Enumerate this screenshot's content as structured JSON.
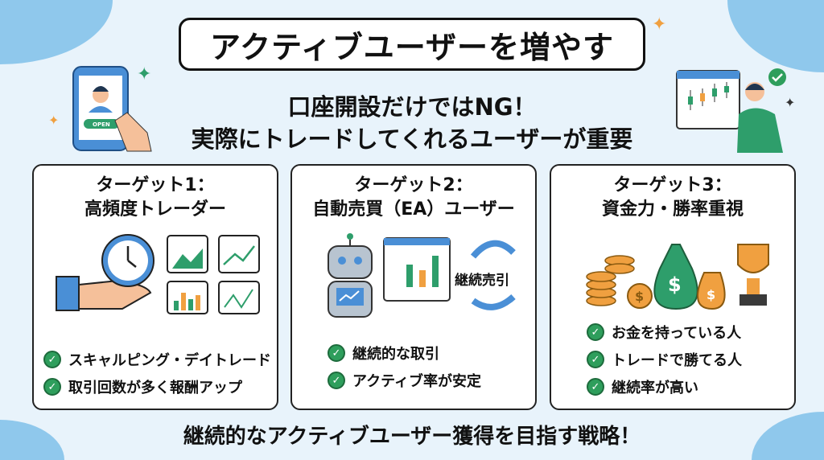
{
  "title": "アクティブユーザーを増やす",
  "subtitle": [
    "口座開設だけではNG！",
    "実際にトレードしてくれるユーザーが重要"
  ],
  "phone_button": "OPEN",
  "targets": [
    {
      "label": "ターゲット1：",
      "name": "高頻度トレーダー",
      "points": [
        "スキャルピング・デイトレード",
        "取引回数が多く報酬アップ"
      ]
    },
    {
      "label": "ターゲット2：",
      "name": "自動売買（EA）ユーザー",
      "cycle_label": "継続売引",
      "points": [
        "継続的な取引",
        "アクティブ率が安定"
      ]
    },
    {
      "label": "ターゲット3：",
      "name": "資金力・勝率重視",
      "points": [
        "お金を持っている人",
        "トレードで勝てる人",
        "継続率が高い"
      ]
    }
  ],
  "footer": "継続的なアクティブユーザー獲得を目指す戦略！",
  "colors": {
    "green": "#2e9e5c",
    "blue": "#4a8fd6",
    "orange": "#f0a040",
    "background": "#e8f3fb"
  }
}
